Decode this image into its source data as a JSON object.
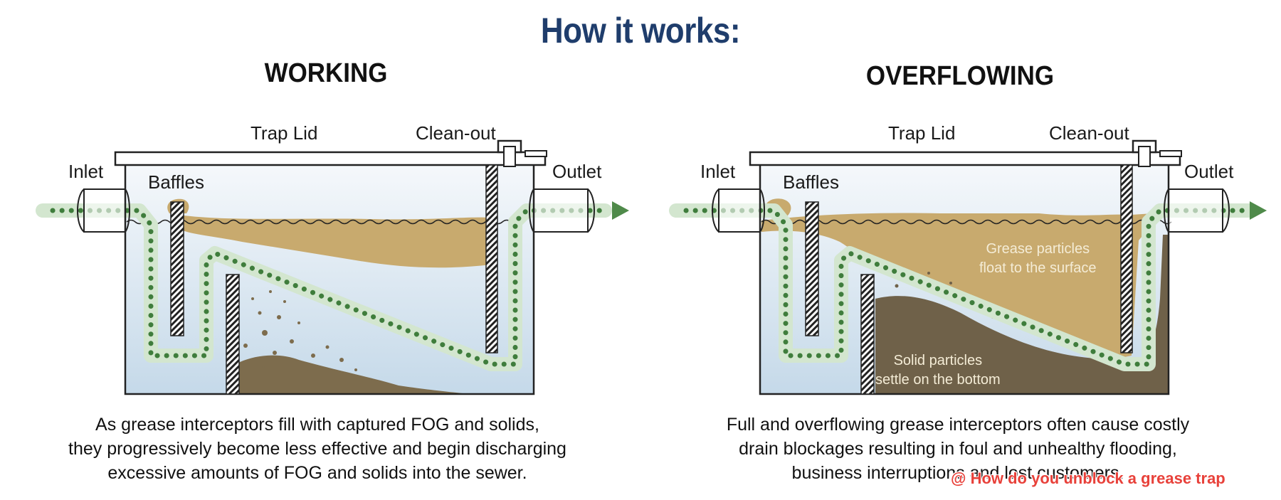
{
  "title": "How it works:",
  "panels": [
    {
      "heading": "WORKING",
      "labels": {
        "inlet": "Inlet",
        "baffles": "Baffles",
        "trap_lid": "Trap Lid",
        "clean_out": "Clean-out",
        "outlet": "Outlet"
      },
      "caption": [
        "As grease interceptors fill with captured FOG and solids,",
        "they progressively become less effective and begin discharging",
        "excessive amounts of FOG and solids into the sewer."
      ]
    },
    {
      "heading": "OVERFLOWING",
      "labels": {
        "inlet": "Inlet",
        "baffles": "Baffles",
        "trap_lid": "Trap Lid",
        "clean_out": "Clean-out",
        "outlet": "Outlet"
      },
      "annotations": {
        "grease": [
          "Grease particles",
          "float to the surface"
        ],
        "solids": [
          "Solid particles",
          "settle on the bottom"
        ]
      },
      "caption": [
        "Full and overflowing grease interceptors often cause costly",
        "drain blockages resulting in foul and unhealthy flooding,",
        "business interruptions and lost customers."
      ]
    }
  ],
  "watermark": "@ How do you unblock a grease trap",
  "colors": {
    "title": "#1f3d6c",
    "grease": "#c8aa6e",
    "sludge": "#6f6149",
    "water_top": "#eef3f8",
    "water_bottom": "#c9dcea",
    "flow_dot": "#3f7d3c",
    "flow_halo": "#d3e6cf",
    "arrow": "#4f8a4a",
    "watermark": "#e8413a"
  }
}
